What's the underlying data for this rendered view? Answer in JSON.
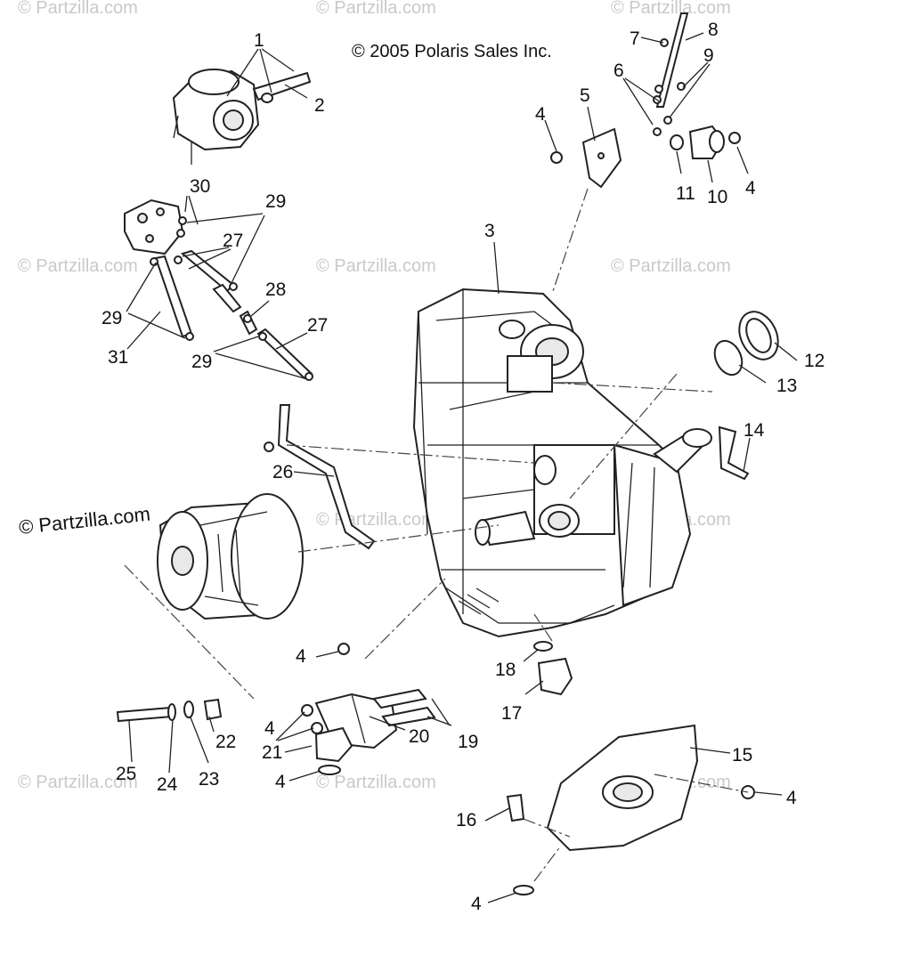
{
  "copyright": "© 2005 Polaris Sales Inc.",
  "watermark": "© Partzilla.com",
  "watermark_strong": "© Partzilla.com",
  "callouts": {
    "c1": "1",
    "c2": "2",
    "c3": "3",
    "c4a": "4",
    "c4b": "4",
    "c4c": "4",
    "c4d": "4",
    "c4e": "4",
    "c4f": "4",
    "c4g": "4",
    "c5": "5",
    "c6": "6",
    "c7": "7",
    "c8": "8",
    "c9": "9",
    "c10": "10",
    "c11": "11",
    "c12": "12",
    "c13": "13",
    "c14": "14",
    "c15": "15",
    "c16": "16",
    "c17": "17",
    "c18": "18",
    "c19": "19",
    "c20": "20",
    "c21": "21",
    "c22": "22",
    "c23": "23",
    "c24": "24",
    "c25": "25",
    "c26": "26",
    "c27a": "27",
    "c27b": "27",
    "c28": "28",
    "c29a": "29",
    "c29b": "29",
    "c29c": "29",
    "c30": "30",
    "c31": "31"
  }
}
